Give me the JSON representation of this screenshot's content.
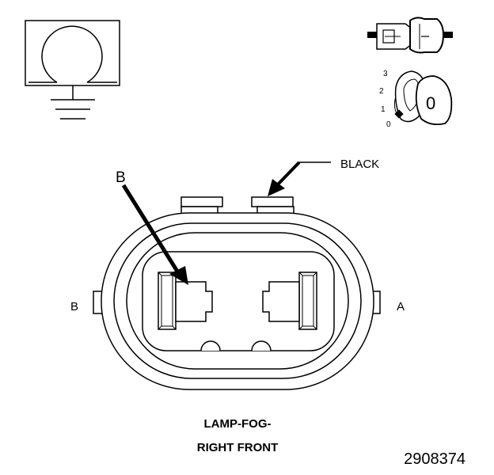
{
  "labels": {
    "pointer_b": "B",
    "color": "BLACK",
    "side_b": "B",
    "side_a": "A",
    "title_line1": "LAMP-FOG-",
    "title_line2": "RIGHT FRONT",
    "figure_number": "2908374"
  },
  "key_positions": [
    "3",
    "2",
    "1",
    "0"
  ],
  "key_letter": "0"
}
